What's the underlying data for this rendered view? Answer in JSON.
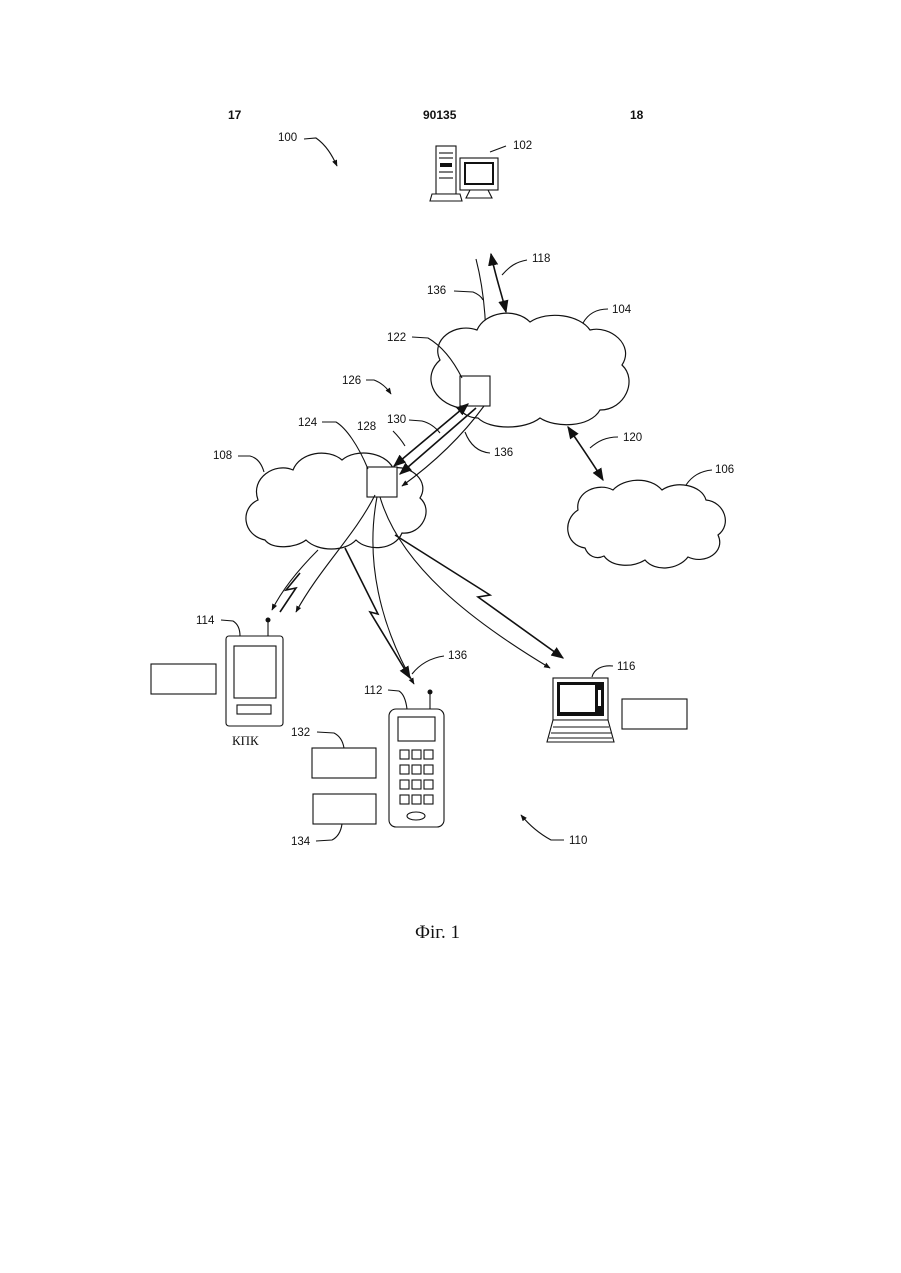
{
  "header": {
    "left_page": "17",
    "doc_number": "90135",
    "right_page": "18"
  },
  "figure_caption": "Фіг. 1",
  "device_label_pda": "КПК",
  "refs": {
    "system": "100",
    "server": "102",
    "network_104": "104",
    "network_106": "106",
    "network_108": "108",
    "devices_group": "110",
    "phone": "112",
    "pda": "114",
    "laptop": "116",
    "link_118": "118",
    "link_120": "120",
    "node_122": "122",
    "node_124": "124",
    "link_126": "126",
    "link_128": "128",
    "link_130": "130",
    "module_132": "132",
    "module_134": "134",
    "path_136_top": "136",
    "path_136_mid": "136",
    "path_136_bottom": "136"
  },
  "colors": {
    "ink": "#111111",
    "paper": "#ffffff"
  },
  "icons": [
    "desktop-computer-icon",
    "cloud-icon",
    "router-node-icon",
    "pda-icon",
    "mobile-phone-icon",
    "laptop-icon",
    "lightning-wireless-icon"
  ]
}
